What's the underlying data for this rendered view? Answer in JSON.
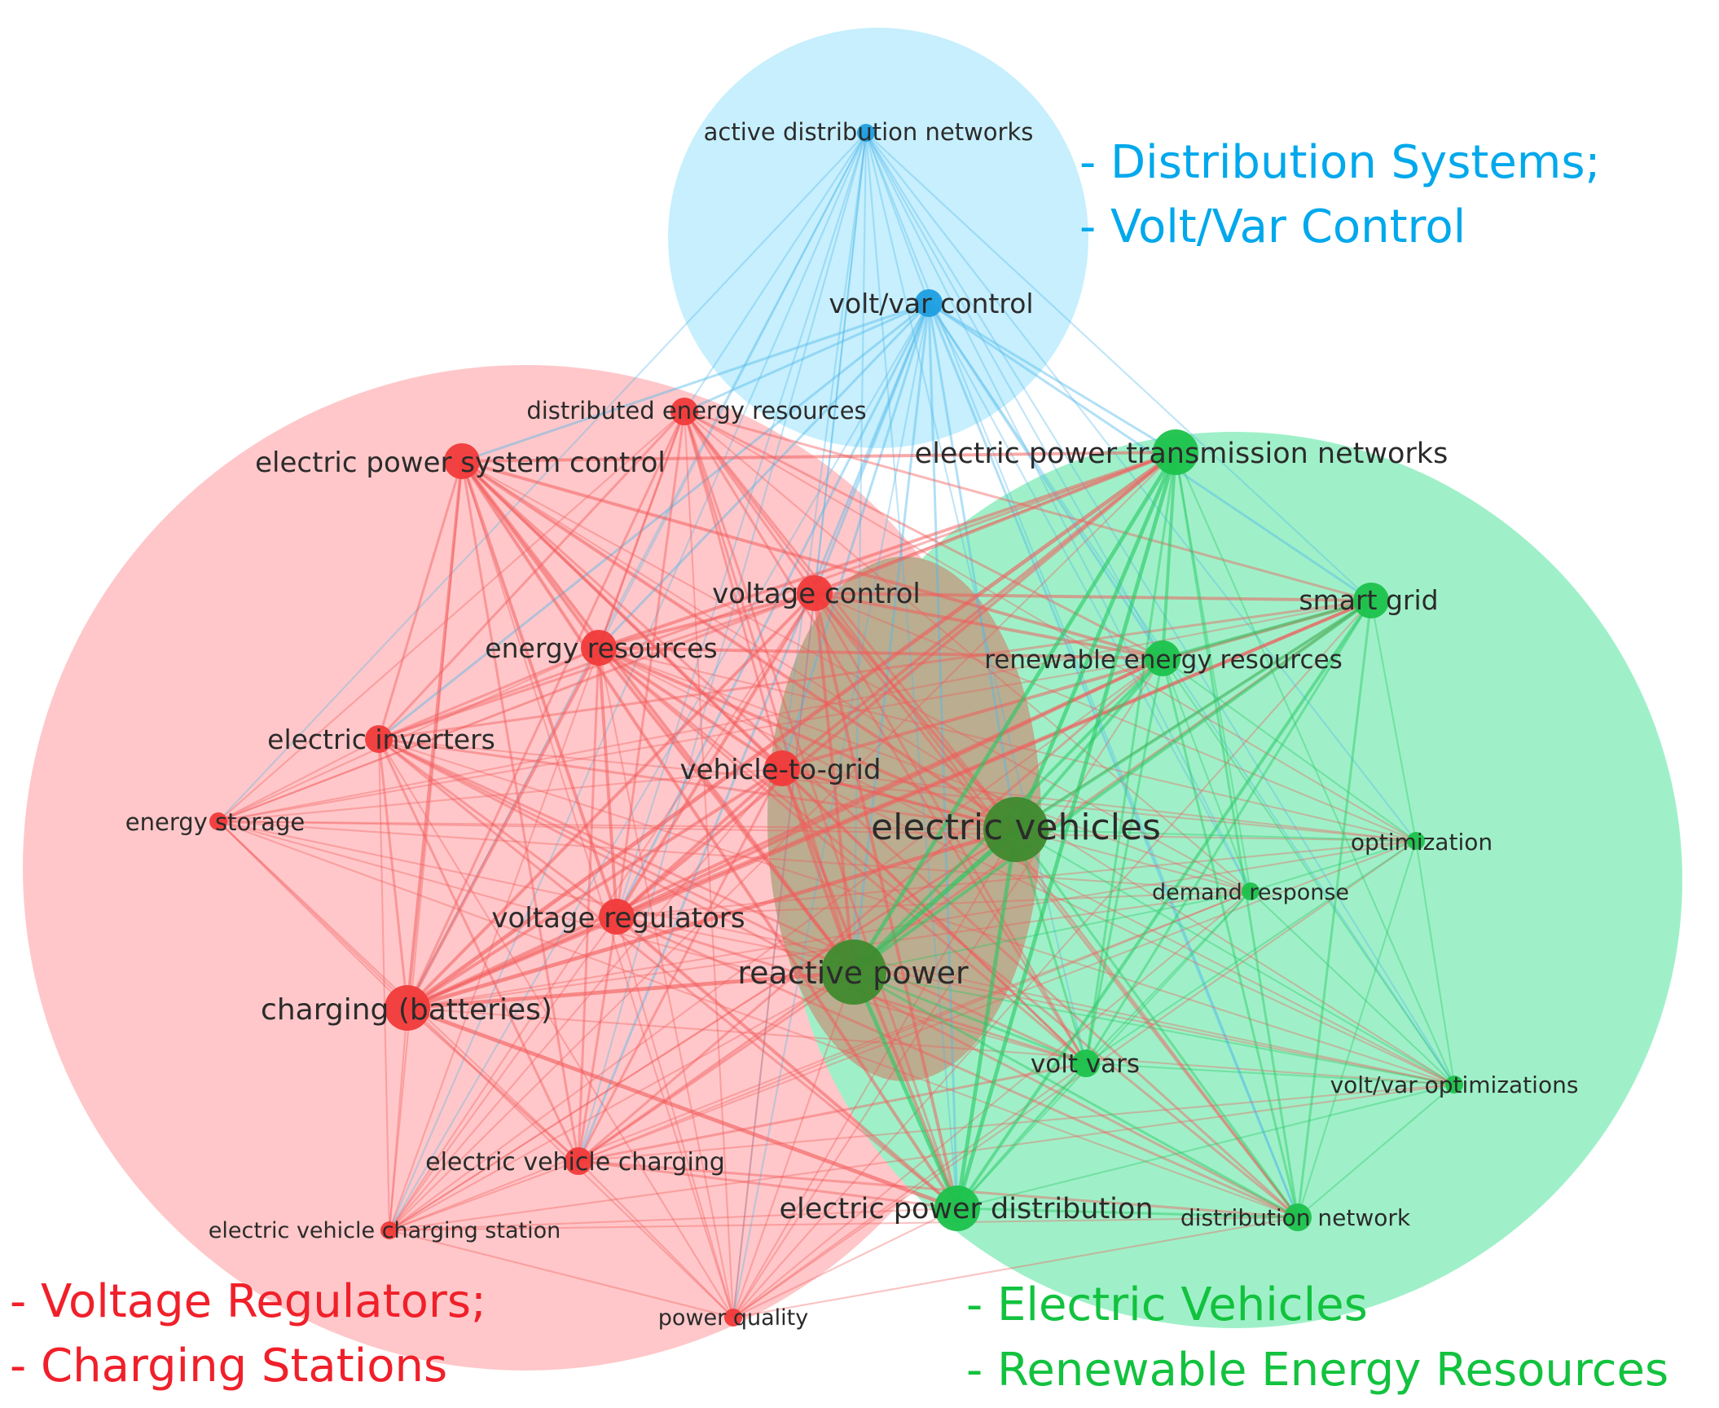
{
  "clusters": [
    {
      "id": "blue",
      "color": "#00a8ec",
      "fill": "#c7effd",
      "node_color": "#1e9ee0",
      "lines": [
        "- Distribution Systems;",
        "- Volt/Var Control"
      ]
    },
    {
      "id": "red",
      "color": "#f0202a",
      "fill": "#ffc7c9",
      "node_color": "#f13a3a",
      "lines": [
        "- Voltage Regulators;",
        "- Charging Stations"
      ]
    },
    {
      "id": "green",
      "color": "#12c23e",
      "fill": "#9ff0c8",
      "node_color": "#1cc24c",
      "lines": [
        "- Electric Vehicles",
        "- Renewable Energy Resources"
      ]
    }
  ],
  "nodes": [
    {
      "id": "adn",
      "label": "active distribution networks",
      "cluster": "blue",
      "weight": 1
    },
    {
      "id": "vvc",
      "label": "volt/var control",
      "cluster": "blue",
      "weight": 2
    },
    {
      "id": "der",
      "label": "distributed energy resources",
      "cluster": "red",
      "weight": 2
    },
    {
      "id": "epsc",
      "label": "electric power system control",
      "cluster": "red",
      "weight": 3
    },
    {
      "id": "vc",
      "label": "voltage control",
      "cluster": "red",
      "weight": 3
    },
    {
      "id": "er",
      "label": "energy resources",
      "cluster": "red",
      "weight": 3
    },
    {
      "id": "ei",
      "label": "electric inverters",
      "cluster": "red",
      "weight": 2
    },
    {
      "id": "es",
      "label": "energy storage",
      "cluster": "red",
      "weight": 1
    },
    {
      "id": "v2g",
      "label": "vehicle-to-grid",
      "cluster": "red",
      "weight": 3
    },
    {
      "id": "vr",
      "label": "voltage regulators",
      "cluster": "red",
      "weight": 3
    },
    {
      "id": "cb",
      "label": "charging (batteries)",
      "cluster": "red",
      "weight": 4
    },
    {
      "id": "evc",
      "label": "electric vehicle charging",
      "cluster": "red",
      "weight": 2
    },
    {
      "id": "evcs",
      "label": "electric vehicle charging station",
      "cluster": "red",
      "weight": 1
    },
    {
      "id": "pq",
      "label": "power quality",
      "cluster": "red",
      "weight": 1
    },
    {
      "id": "eptn",
      "label": "electric power transmission networks",
      "cluster": "green",
      "weight": 4
    },
    {
      "id": "sg",
      "label": "smart grid",
      "cluster": "green",
      "weight": 3
    },
    {
      "id": "rer",
      "label": "renewable energy resources",
      "cluster": "green",
      "weight": 3
    },
    {
      "id": "ev",
      "label": "electric vehicles",
      "cluster": "green",
      "weight": 5
    },
    {
      "id": "opt",
      "label": "optimization",
      "cluster": "green",
      "weight": 1
    },
    {
      "id": "dr",
      "label": "demand response",
      "cluster": "green",
      "weight": 1
    },
    {
      "id": "rp",
      "label": "reactive power",
      "cluster": "green",
      "weight": 5
    },
    {
      "id": "vv",
      "label": "volt vars",
      "cluster": "green",
      "weight": 2
    },
    {
      "id": "vvo",
      "label": "volt/var optimizations",
      "cluster": "green",
      "weight": 1
    },
    {
      "id": "epd",
      "label": "electric power distribution",
      "cluster": "green",
      "weight": 4
    },
    {
      "id": "dn",
      "label": "distribution network",
      "cluster": "green",
      "weight": 2
    }
  ]
}
